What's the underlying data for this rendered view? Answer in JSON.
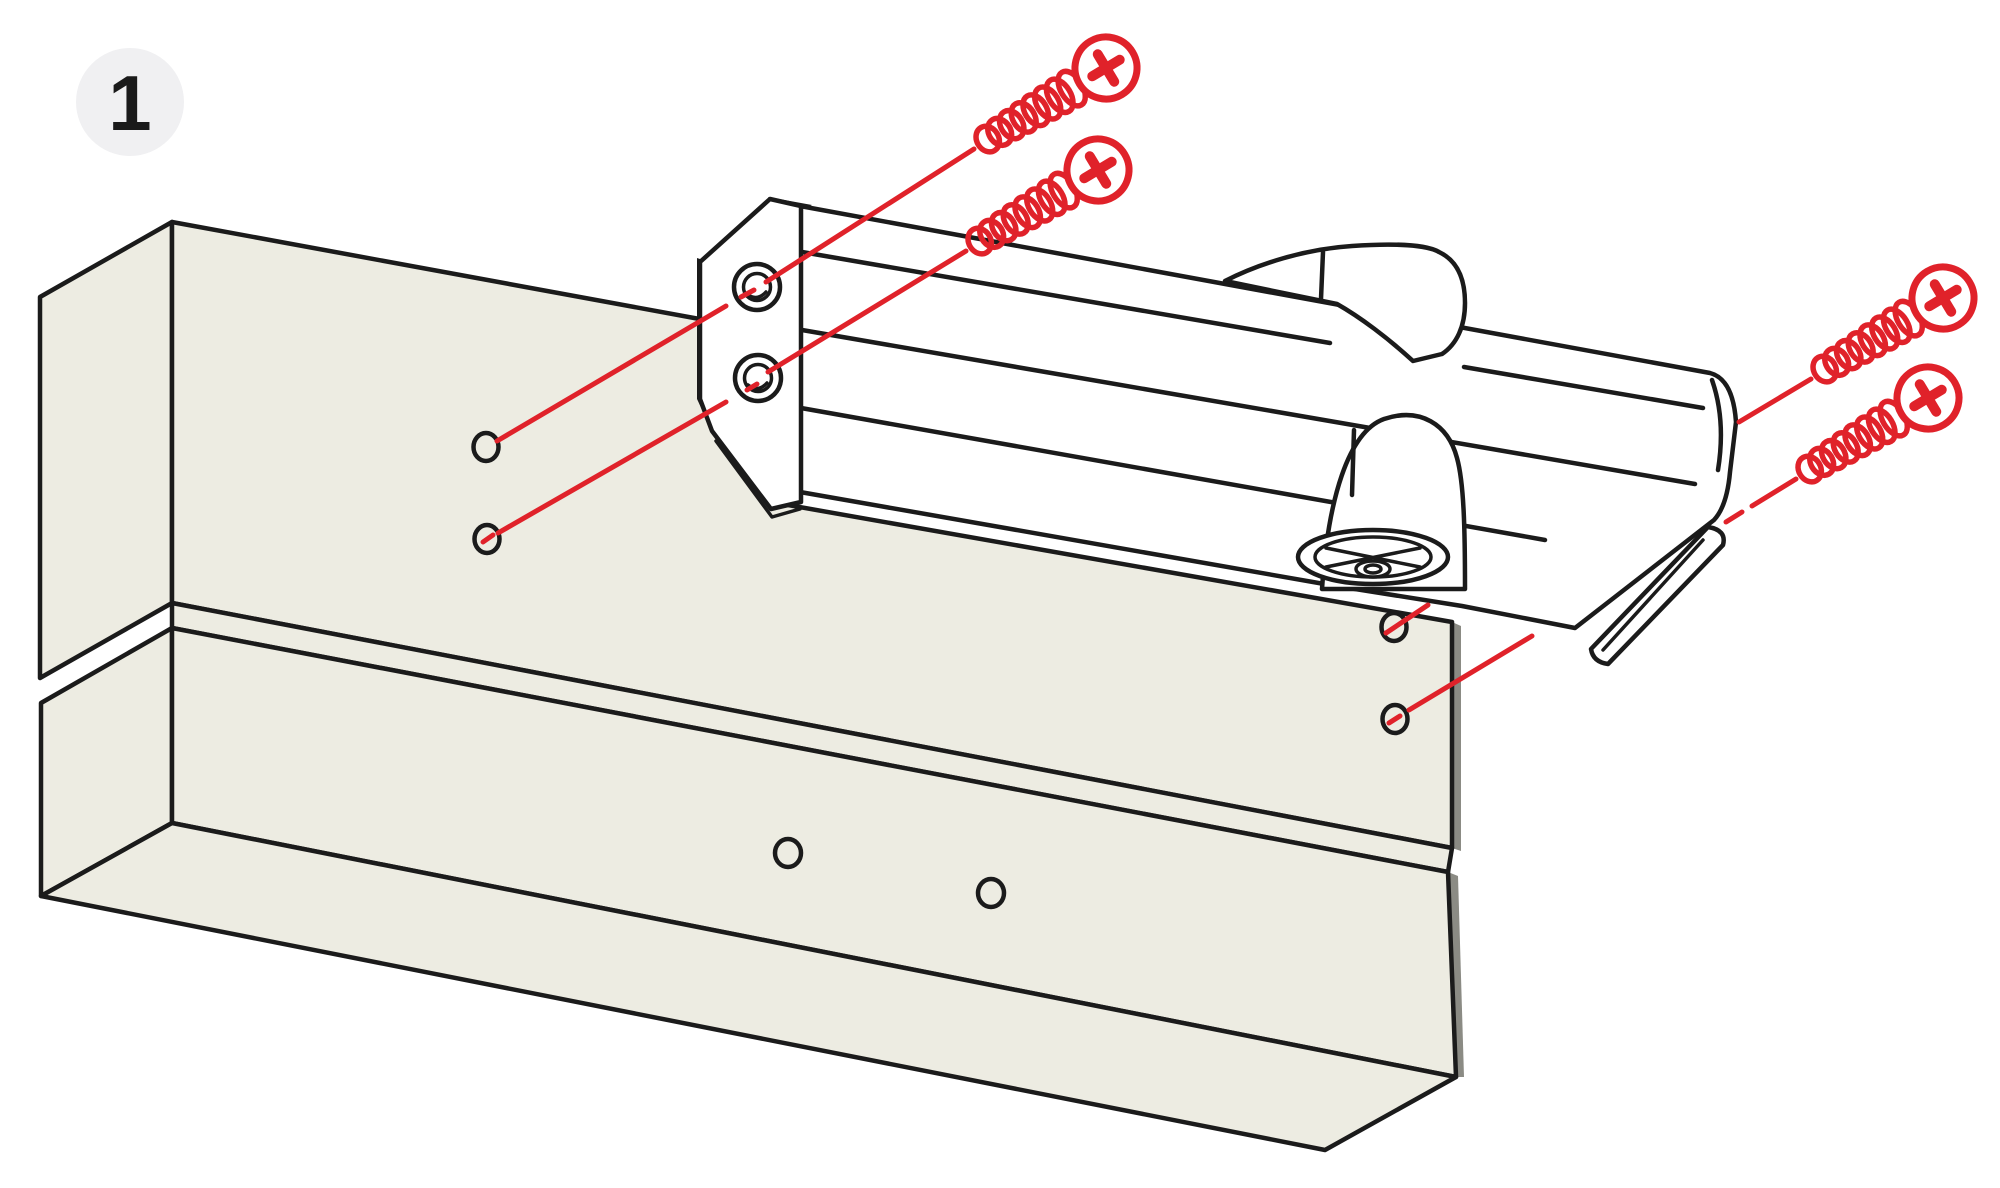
{
  "step": {
    "number": "1"
  },
  "palette": {
    "red": "#E0222A",
    "wood": "#EDECE2",
    "ink": "#1B1B1B",
    "badge": "#F0F0F2",
    "shadow": "#8B8B84",
    "paper": "#FFFFFF"
  },
  "illustration": {
    "type": "exploded-assembly-step",
    "screw_count": 4,
    "pilot_hole_count": 6,
    "mounting_plate_hole_count": 2
  }
}
